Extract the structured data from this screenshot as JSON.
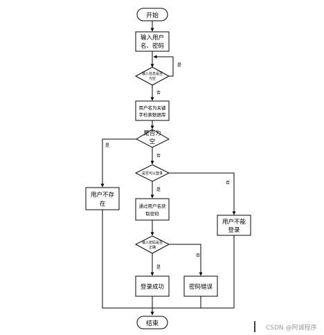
{
  "nodes": {
    "start": "开始",
    "input": [
      "输入用户",
      "名、密码"
    ],
    "check_empty": [
      "输入信息是否",
      "为空"
    ],
    "query": [
      "用户名为关键",
      "字检索数据库"
    ],
    "is_empty": [
      "是否为",
      "空"
    ],
    "not_exist": [
      "用户不存",
      "在"
    ],
    "can_login": "是否可以登录",
    "get_password": [
      "通过用户名获",
      "取密码"
    ],
    "cannot_login": [
      "用户不能",
      "登录"
    ],
    "pwd_correct": [
      "输入密码是否",
      "正确"
    ],
    "success": "登录成功",
    "pwd_error": "密码错误",
    "end": "结束"
  },
  "edge_labels": {
    "yes": "是",
    "no": "否"
  },
  "watermark": "CSDN @阿诚程序"
}
